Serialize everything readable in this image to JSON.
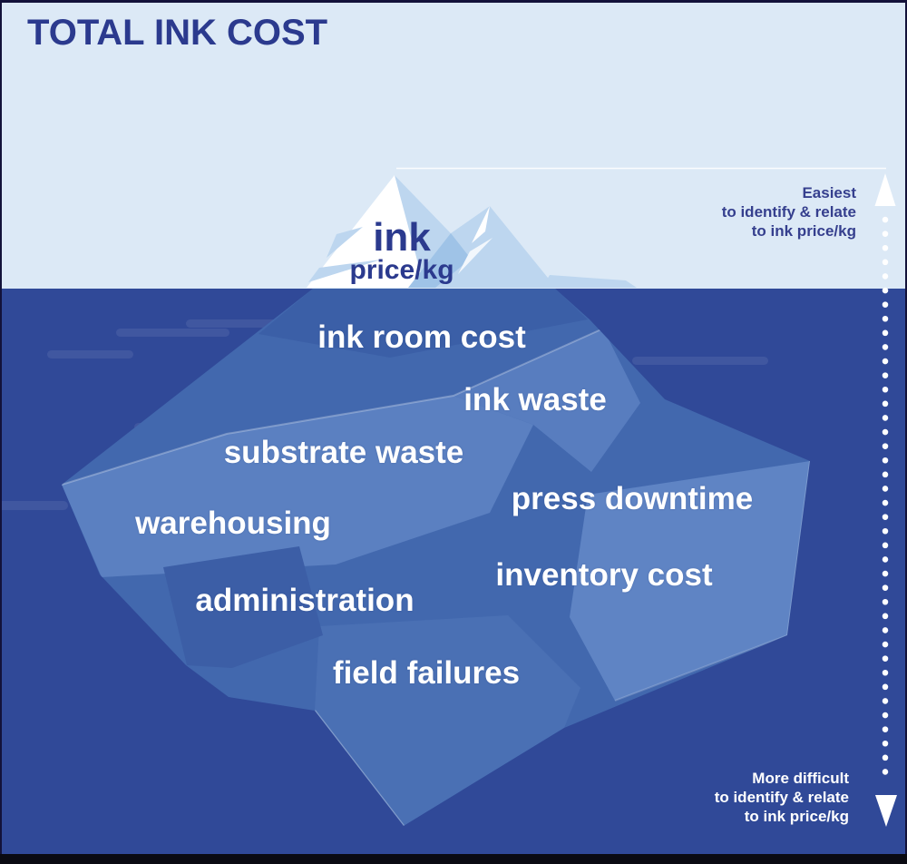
{
  "title": "TOTAL INK COST",
  "iceberg": {
    "visible_label": "ink",
    "visible_sublabel": "price/kg",
    "hidden_costs": [
      "ink room cost",
      "ink waste",
      "substrate waste",
      "press downtime",
      "warehousing",
      "inventory cost",
      "administration",
      "field failures"
    ]
  },
  "scale": {
    "top_note": {
      "lines": [
        "Easiest",
        "to identify & relate",
        "to ink price/kg"
      ]
    },
    "bottom_note": {
      "lines": [
        "More difficult",
        "to identify & relate",
        "to ink price/kg"
      ]
    }
  },
  "colors": {
    "sky": "#dce9f6",
    "water": "#304998",
    "iceberg_underwater": "#4268ae",
    "iceberg_facet_light": "#5b80c1",
    "iceberg_above_shade": "#bdd6ef",
    "iceberg_above": "#ffffff",
    "navy_text": "#2b3a8e",
    "label_text": "#ffffff",
    "frame": "#13123a"
  }
}
